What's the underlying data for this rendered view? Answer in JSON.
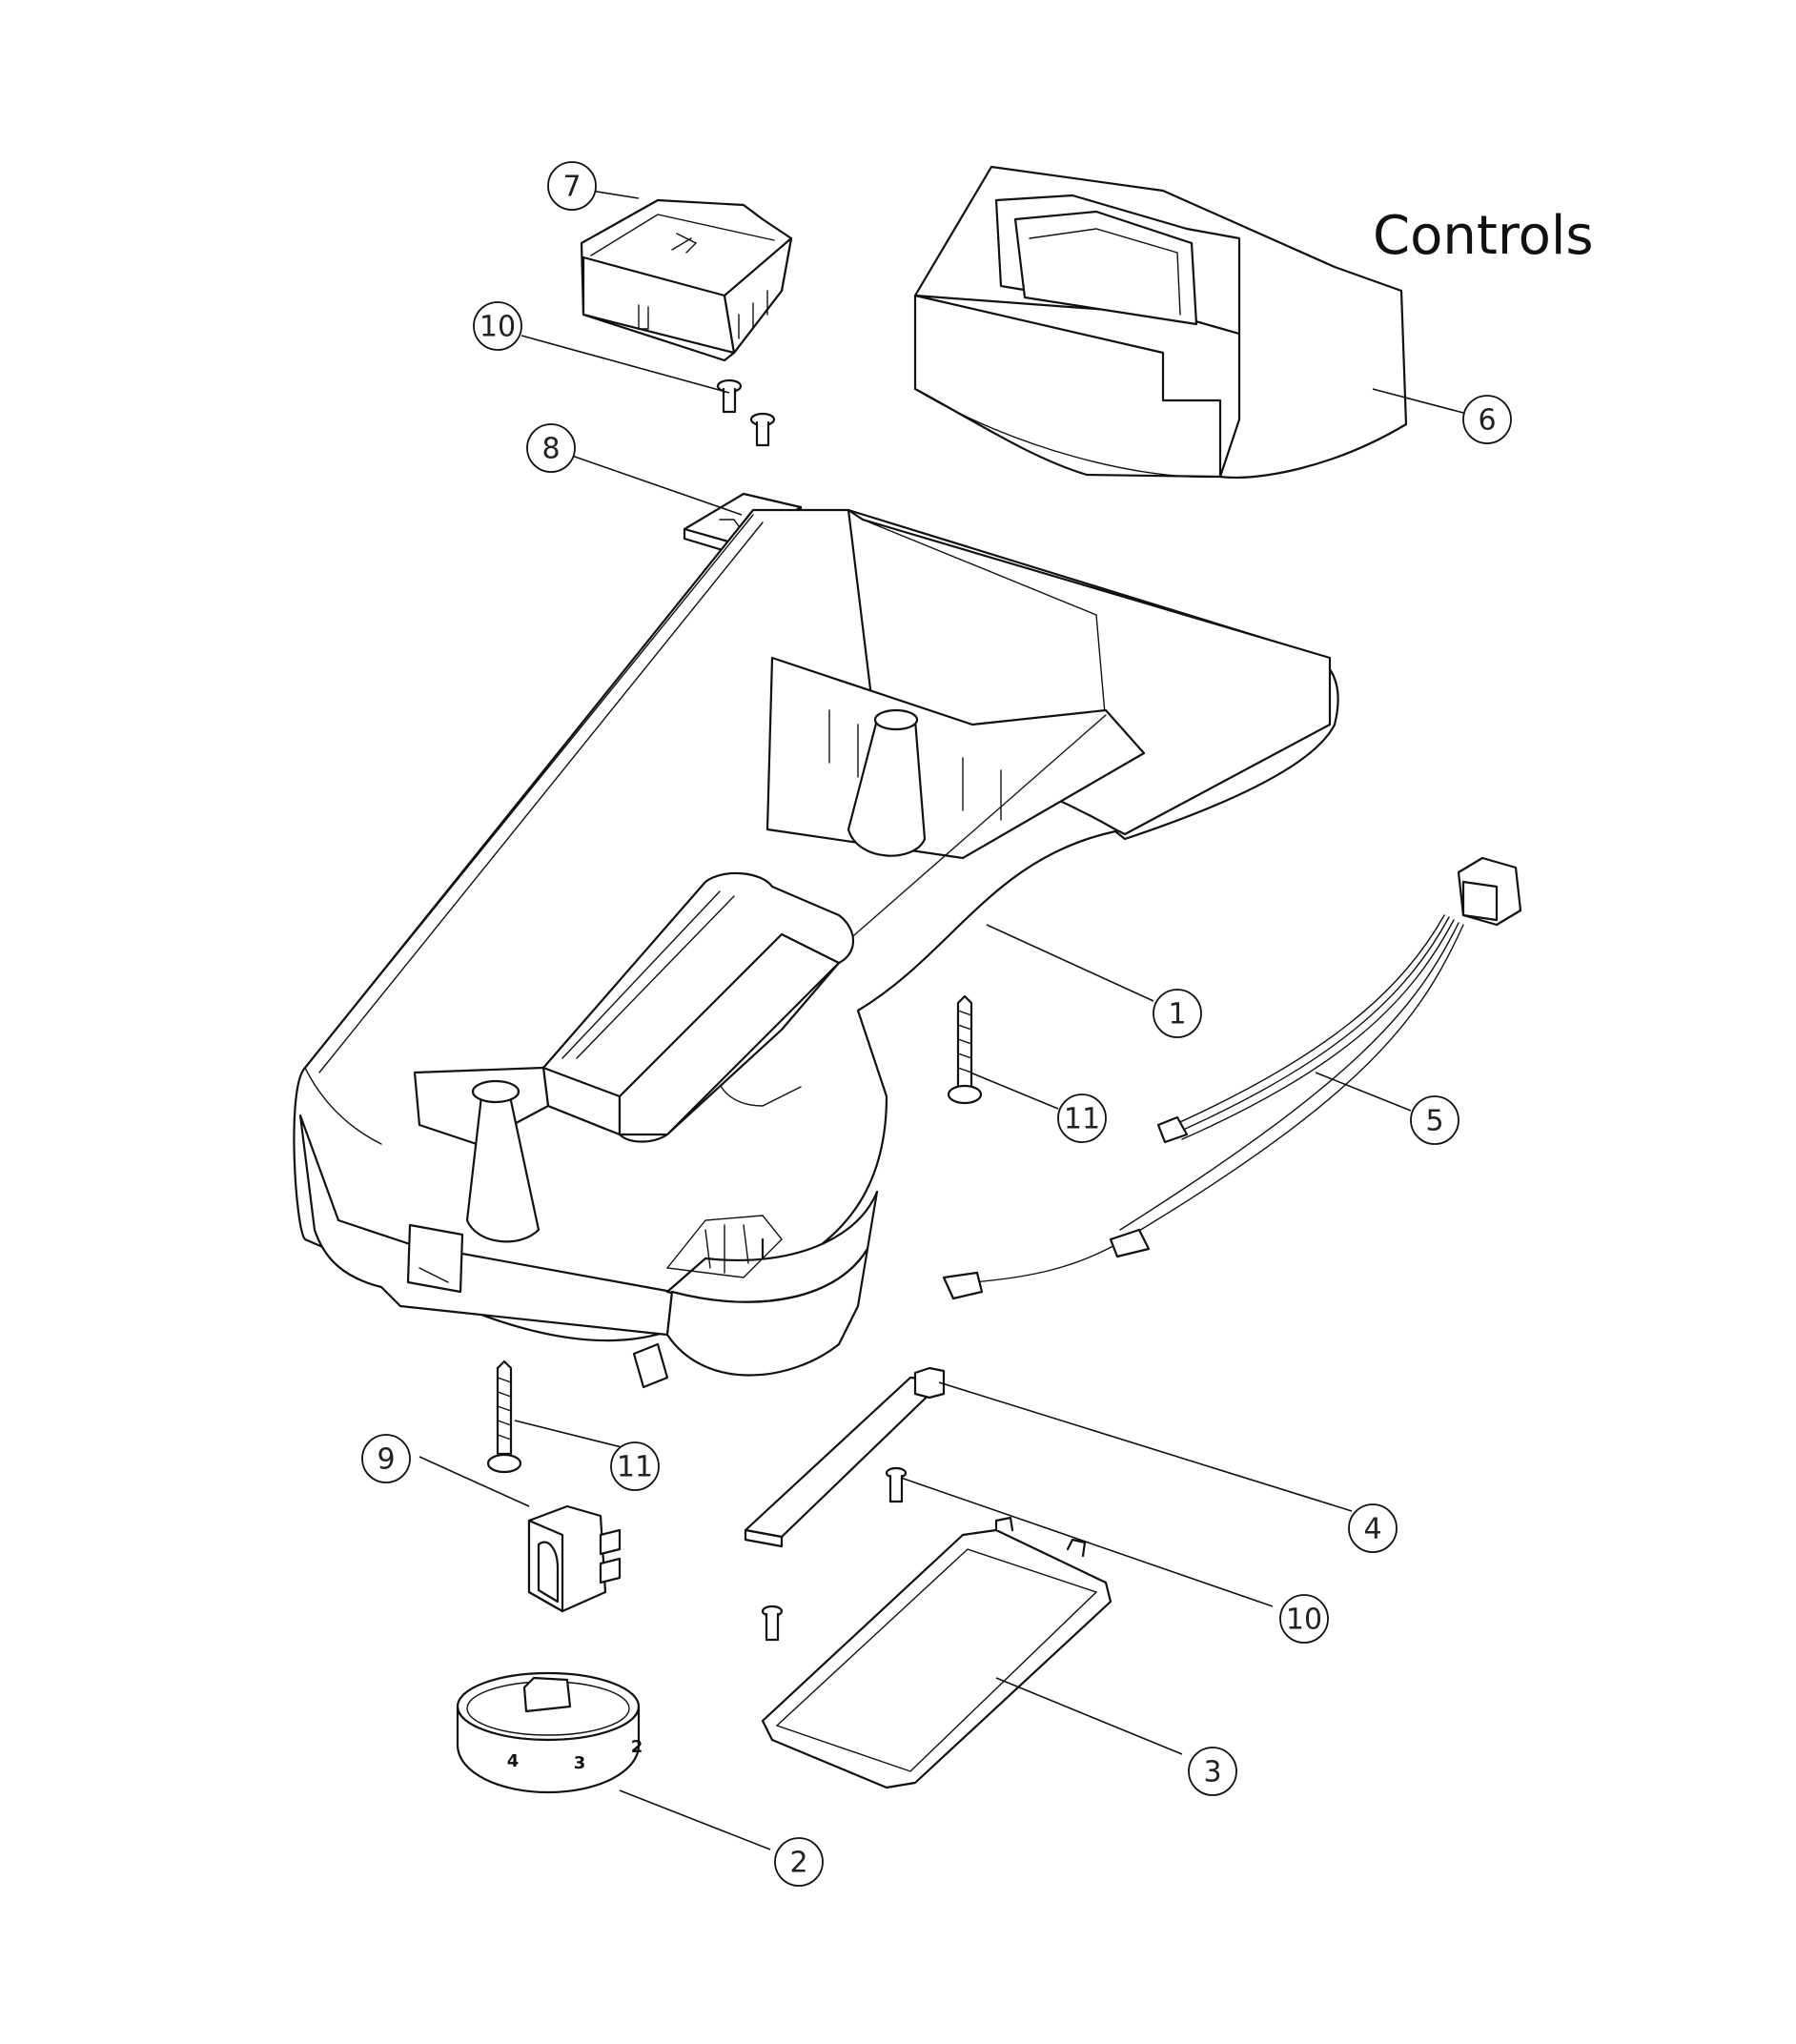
{
  "title": "Controls",
  "callouts": [
    {
      "id": "1",
      "label": "1"
    },
    {
      "id": "2",
      "label": "2"
    },
    {
      "id": "3",
      "label": "3"
    },
    {
      "id": "4",
      "label": "4"
    },
    {
      "id": "5",
      "label": "5"
    },
    {
      "id": "6",
      "label": "6"
    },
    {
      "id": "7",
      "label": "7"
    },
    {
      "id": "8",
      "label": "8"
    },
    {
      "id": "9",
      "label": "9"
    },
    {
      "id": "10a",
      "label": "10"
    },
    {
      "id": "10b",
      "label": "10"
    },
    {
      "id": "11a",
      "label": "11"
    },
    {
      "id": "11b",
      "label": "11"
    }
  ],
  "dial_numbers": [
    "4",
    "3",
    "2"
  ]
}
